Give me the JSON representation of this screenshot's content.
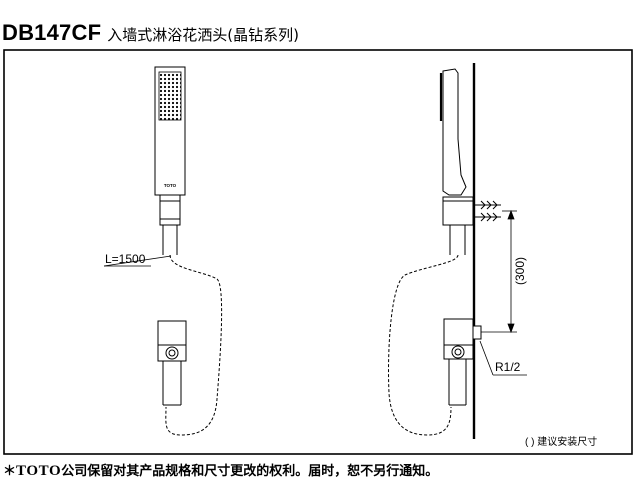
{
  "title": {
    "model": "DB147CF",
    "name": "入墙式淋浴花洒头(晶钻系列)"
  },
  "drawing": {
    "hose_length_label": "L=1500",
    "spacing_label": "(300)",
    "thread_label": "R1/2",
    "brand_mark": "TOTO",
    "note": "( ) 建议安装尺寸"
  },
  "footer": {
    "bullet": "＊",
    "brand": "TOTO",
    "text": "公司保留对其产品规格和尺寸更改的权利。届时，恕不另行通知。"
  },
  "colors": {
    "line": "#000000",
    "background": "#ffffff"
  }
}
